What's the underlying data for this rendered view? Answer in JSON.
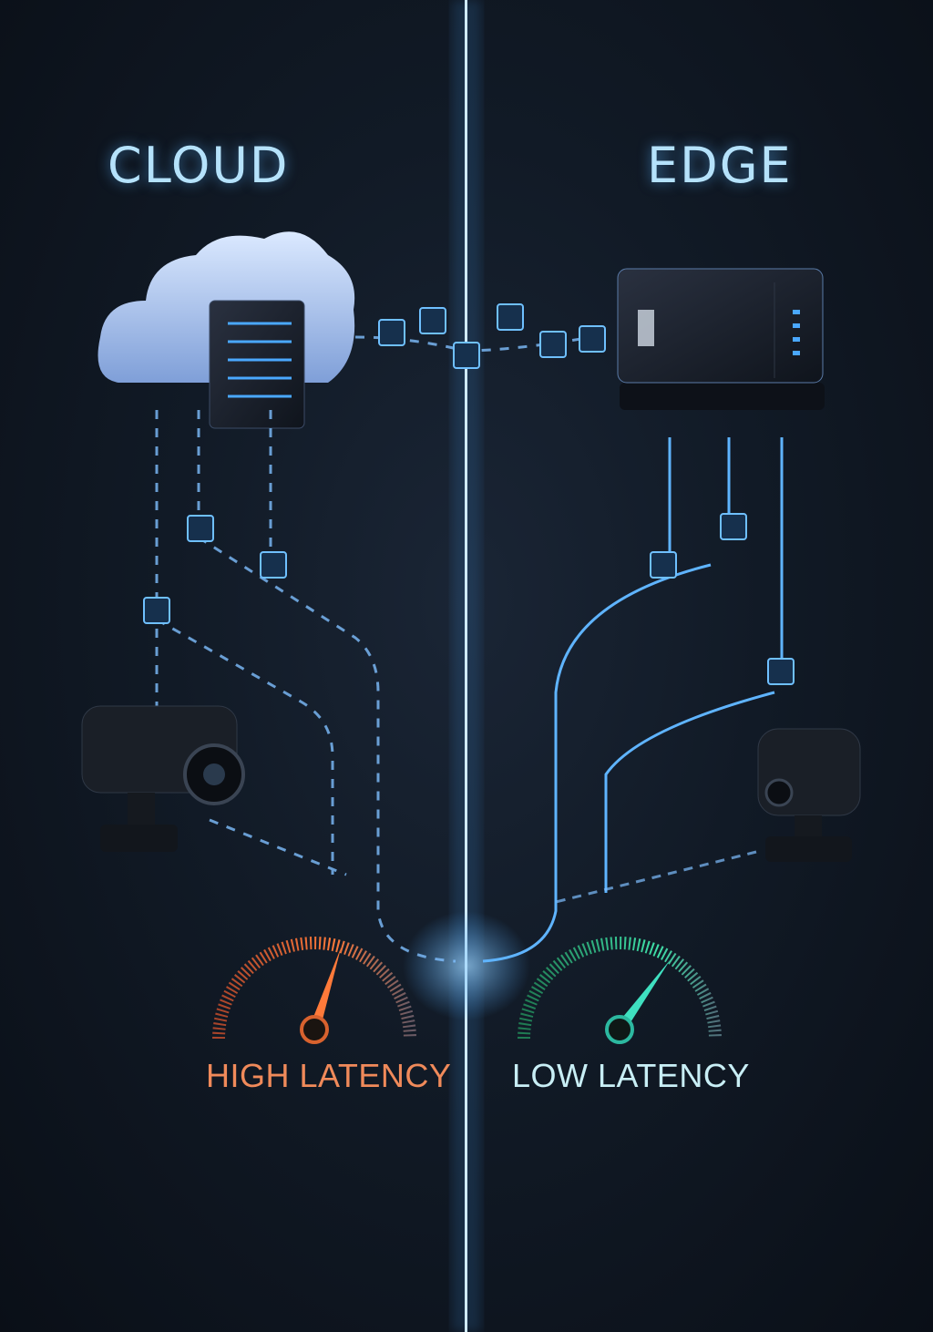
{
  "left_panel": {
    "title": "CLOUD",
    "gauge_label": "HIGH LATENCY",
    "gauge_level": 0.6
  },
  "right_panel": {
    "title": "EDGE",
    "gauge_label": "LOW LATENCY",
    "gauge_level": 0.7
  },
  "colors": {
    "accent": "#4aa8ff",
    "high": "#f0703a",
    "low": "#2fc79a",
    "title": "#b5e2fb"
  }
}
